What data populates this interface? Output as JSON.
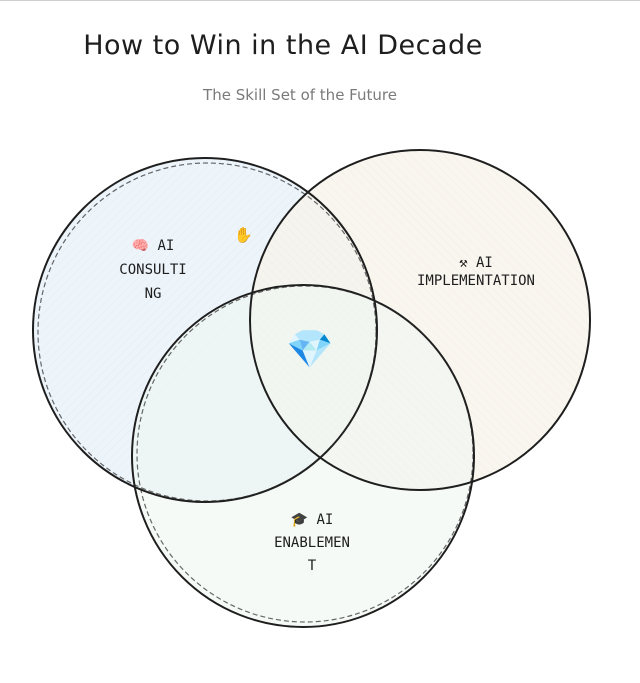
{
  "header": {
    "title": "How to Win in the AI Decade",
    "subtitle": "The Skill Set of the Future"
  },
  "diagram": {
    "center_icon": "💎",
    "cursor_icon": "hand-cursor-icon",
    "sets": [
      {
        "id": "consulting",
        "icon": "🧠",
        "icon_name": "brain-icon",
        "lines": [
          "AI",
          "CONSULTI",
          "NG"
        ],
        "fill": "#eaf3fa"
      },
      {
        "id": "implementation",
        "icon": "⚒",
        "icon_name": "hammer-pick-icon",
        "lines": [
          "AI",
          "IMPLEMENTATION"
        ],
        "fill": "#f7f3ea"
      },
      {
        "id": "enablement",
        "icon": "🎓",
        "icon_name": "graduation-cap-icon",
        "lines": [
          "AI",
          "ENABLEMEN",
          "T"
        ],
        "fill": "#eef6f1"
      }
    ]
  }
}
